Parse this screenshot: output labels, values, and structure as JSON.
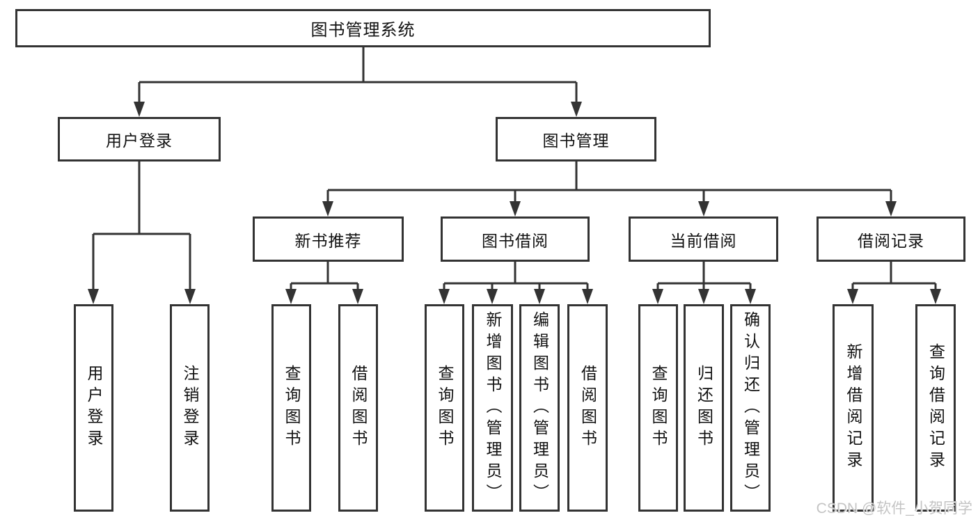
{
  "diagram_type": "hierarchy-tree",
  "tree": {
    "label": "图书管理系统",
    "children": [
      {
        "label": "用户登录",
        "children": [
          {
            "label": "用户登录"
          },
          {
            "label": "注销登录"
          }
        ]
      },
      {
        "label": "图书管理",
        "children": [
          {
            "label": "新书推荐",
            "children": [
              {
                "label": "查询图书"
              },
              {
                "label": "借阅图书"
              }
            ]
          },
          {
            "label": "图书借阅",
            "children": [
              {
                "label": "查询图书"
              },
              {
                "label": "新增图书（管理员）"
              },
              {
                "label": "编辑图书（管理员）"
              },
              {
                "label": "借阅图书"
              }
            ]
          },
          {
            "label": "当前借阅",
            "children": [
              {
                "label": "查询图书"
              },
              {
                "label": "归还图书"
              },
              {
                "label": "确认归还（管理员）"
              }
            ]
          },
          {
            "label": "借阅记录",
            "children": [
              {
                "label": "新增借阅记录"
              },
              {
                "label": "查询借阅记录"
              }
            ]
          }
        ]
      }
    ]
  },
  "watermark": {
    "text": "CSDN @软件_小贺同学"
  },
  "colors": {
    "line": "#333333",
    "text": "#111111",
    "watermark": "#c4c4c4",
    "background": "#ffffff"
  }
}
